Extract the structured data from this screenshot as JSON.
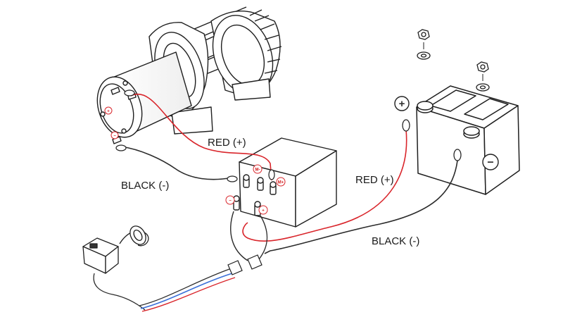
{
  "labels": {
    "red_motor": "RED (+)",
    "black_motor": "BLACK (-)",
    "red_battery": "RED (+)",
    "black_battery": "BLACK (-)"
  },
  "symbols": {
    "plus": "+",
    "minus": "−"
  },
  "colors": {
    "red_wire": "#d9252b",
    "black_wire": "#2b2b2b",
    "blue_wire": "#3a6fd8",
    "outline": "#1f1f1f"
  },
  "icons": [
    "winch-icon",
    "contactor-box-icon",
    "battery-icon",
    "nut-icon",
    "washer-icon",
    "remote-switch-icon",
    "plug-icon"
  ]
}
